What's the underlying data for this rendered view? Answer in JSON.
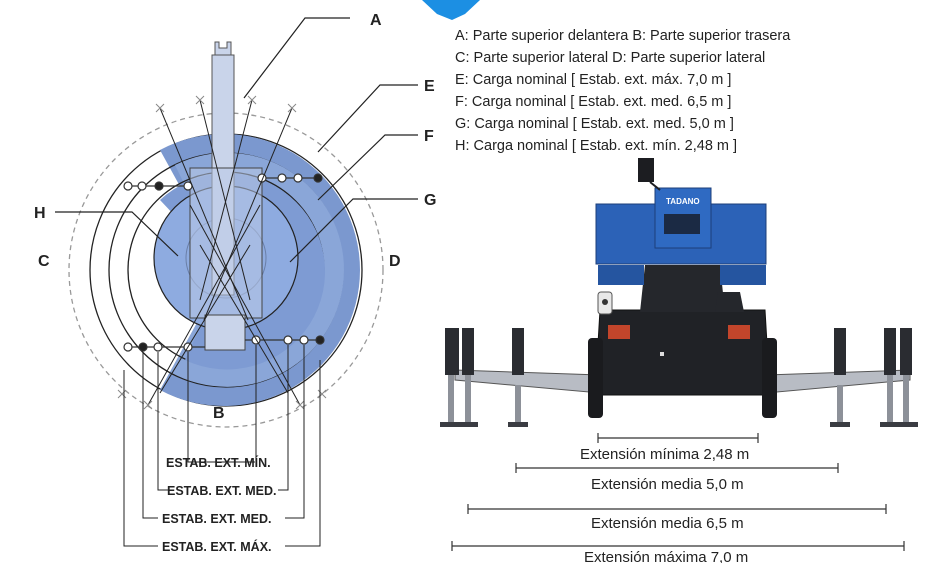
{
  "legend": [
    "A: Parte superior delantera  B: Parte superior trasera",
    "C: Parte superior lateral  D: Parte superior lateral",
    "E: Carga nominal [ Estab. ext. máx. 7,0 m ]",
    "F: Carga nominal [ Estab. ext. med. 6,5 m ]",
    "G: Carga nominal [ Estab. ext. med. 5,0 m ]",
    "H: Carga nominal [ Estab. ext. mín. 2,48 m ]"
  ],
  "letters": {
    "A": "A",
    "B": "B",
    "C": "C",
    "D": "D",
    "E": "E",
    "F": "F",
    "G": "G",
    "H": "H"
  },
  "outrigger_labels": {
    "min": "ESTAB. EXT. MÍN.",
    "med1": "ESTAB. EXT. MED.",
    "med2": "ESTAB. EXT. MED.",
    "max": "ESTAB. EXT. MÁX."
  },
  "extensions": {
    "min": "Extensión mínima 2,48 m",
    "med5": "Extensión media 5,0 m",
    "med65": "Extensión media 6,5 m",
    "max": "Extensión máxima 7,0 m"
  },
  "brand": "TADANO",
  "colors": {
    "zone_outer": "#7a98cf",
    "zone_mid": "#8ba8d8",
    "zone_inner": "#9bb5e0",
    "crane_blue": "#2c62b7",
    "crane_dark": "#1d1f24",
    "logo_blue": "#1c8fe3"
  }
}
